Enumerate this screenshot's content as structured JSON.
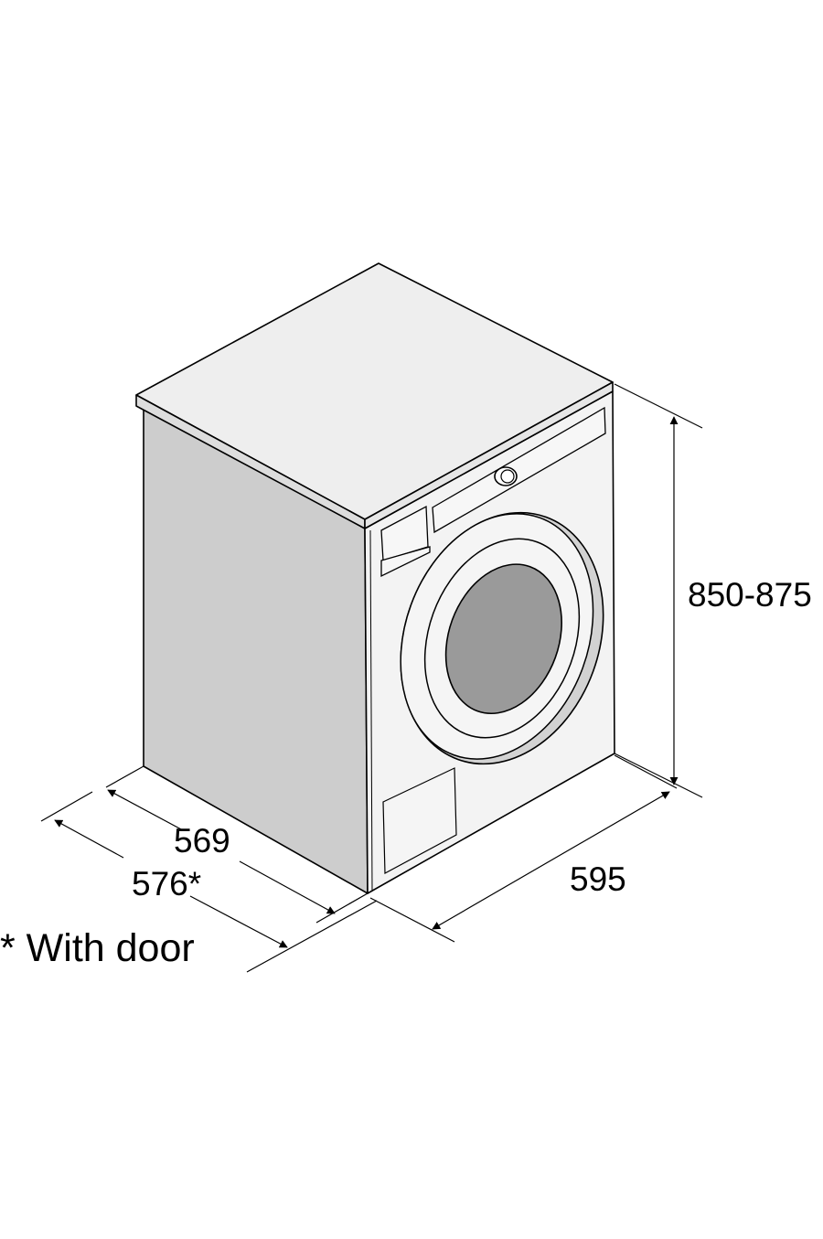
{
  "diagram": {
    "dimensions": {
      "height": "850-875",
      "width": "595",
      "depth": "569",
      "depth_with_door": "576*"
    },
    "footnote": "* With door"
  },
  "colors": {
    "line": "#000000",
    "top_fill": "#eeeeee",
    "side_fill": "#cdcdcd",
    "front_fill": "#f3f3f3",
    "window_fill": "#9a9a9a",
    "ring_shade": "#d2d2d2"
  }
}
